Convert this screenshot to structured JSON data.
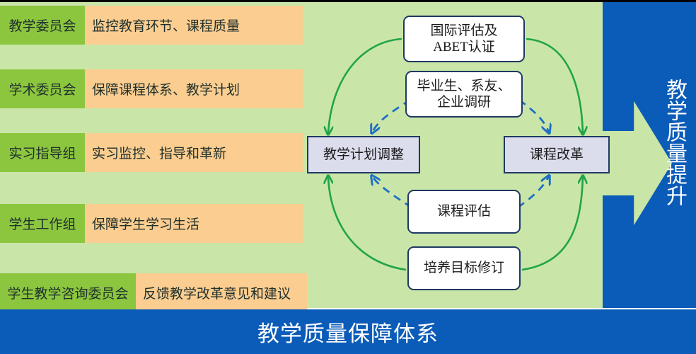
{
  "left_panel": {
    "rows": [
      {
        "tag": "教学委员会",
        "desc": "监控教育环节、课程质量"
      },
      {
        "tag": "学术委员会",
        "desc": "保障课程体系、教学计划"
      },
      {
        "tag": "实习指导组",
        "desc": "实习监控、指导和革新"
      },
      {
        "tag": "学生工作组",
        "desc": "保障学生学习生活"
      },
      {
        "tag": "学生教学咨询委员会",
        "desc": "反馈教学改革意见和建议"
      }
    ]
  },
  "cycle": {
    "nodes": {
      "abet": "国际评估及\nABET认证",
      "abet_line1": "国际评估及",
      "abet_line2": "ABET认证",
      "survey_line1": "毕业生、系友、",
      "survey_line2": "企业调研",
      "course_eval": "课程评估",
      "goal_revision": "培养目标修订",
      "plan_adjust": "教学计划调整",
      "curriculum_reform": "课程改革"
    }
  },
  "right_arrow": {
    "label": "教学质量提升"
  },
  "banner": {
    "title": "教学质量保障体系"
  },
  "colors": {
    "tag_green": "#8cc63f",
    "desc_orange": "#fbcd90",
    "field_green": "#c9e6a8",
    "panel_blue": "#0b5cb8",
    "node_border": "#1f3864",
    "node_fill_square": "#dcddec",
    "arc_green": "#22a34a",
    "arrow_blue": "#1f6fc4"
  }
}
